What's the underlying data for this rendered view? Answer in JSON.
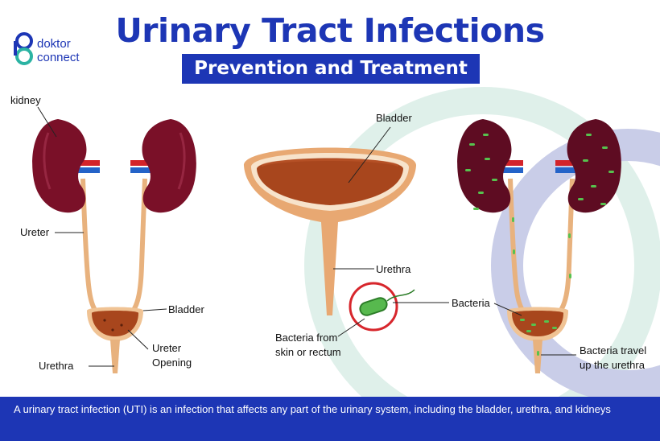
{
  "brand": {
    "line1": "doktor",
    "line2": "connect"
  },
  "header": {
    "title": "Urinary Tract Infections",
    "subtitle": "Prevention and Treatment"
  },
  "labels": {
    "kidney": "kidney",
    "ureter": "Ureter",
    "bladder_left": "Bladder",
    "ureter_opening_1": "Ureter",
    "ureter_opening_2": "Opening",
    "urethra_left": "Urethra",
    "bladder_center": "Bladder",
    "urethra_center": "Urethra",
    "bacteria_source_1": "Bacteria from",
    "bacteria_source_2": "skin or rectum",
    "bacteria": "Bacteria",
    "bacteria_travel_1": "Bacteria travel",
    "bacteria_travel_2": "up the urethra"
  },
  "footer": {
    "text": "A urinary tract infection (UTI) is an infection that affects any part of the urinary system, including the bladder, urethra, and kidneys"
  },
  "colors": {
    "brand_blue": "#1d36b5",
    "kidney": "#7a1028",
    "tube": "#e8b27e",
    "bladder_fill": "#a8461d",
    "bacteria": "#4caf50",
    "ring_teal": "#dcefe9",
    "ring_lavender": "#c7cbe7"
  }
}
